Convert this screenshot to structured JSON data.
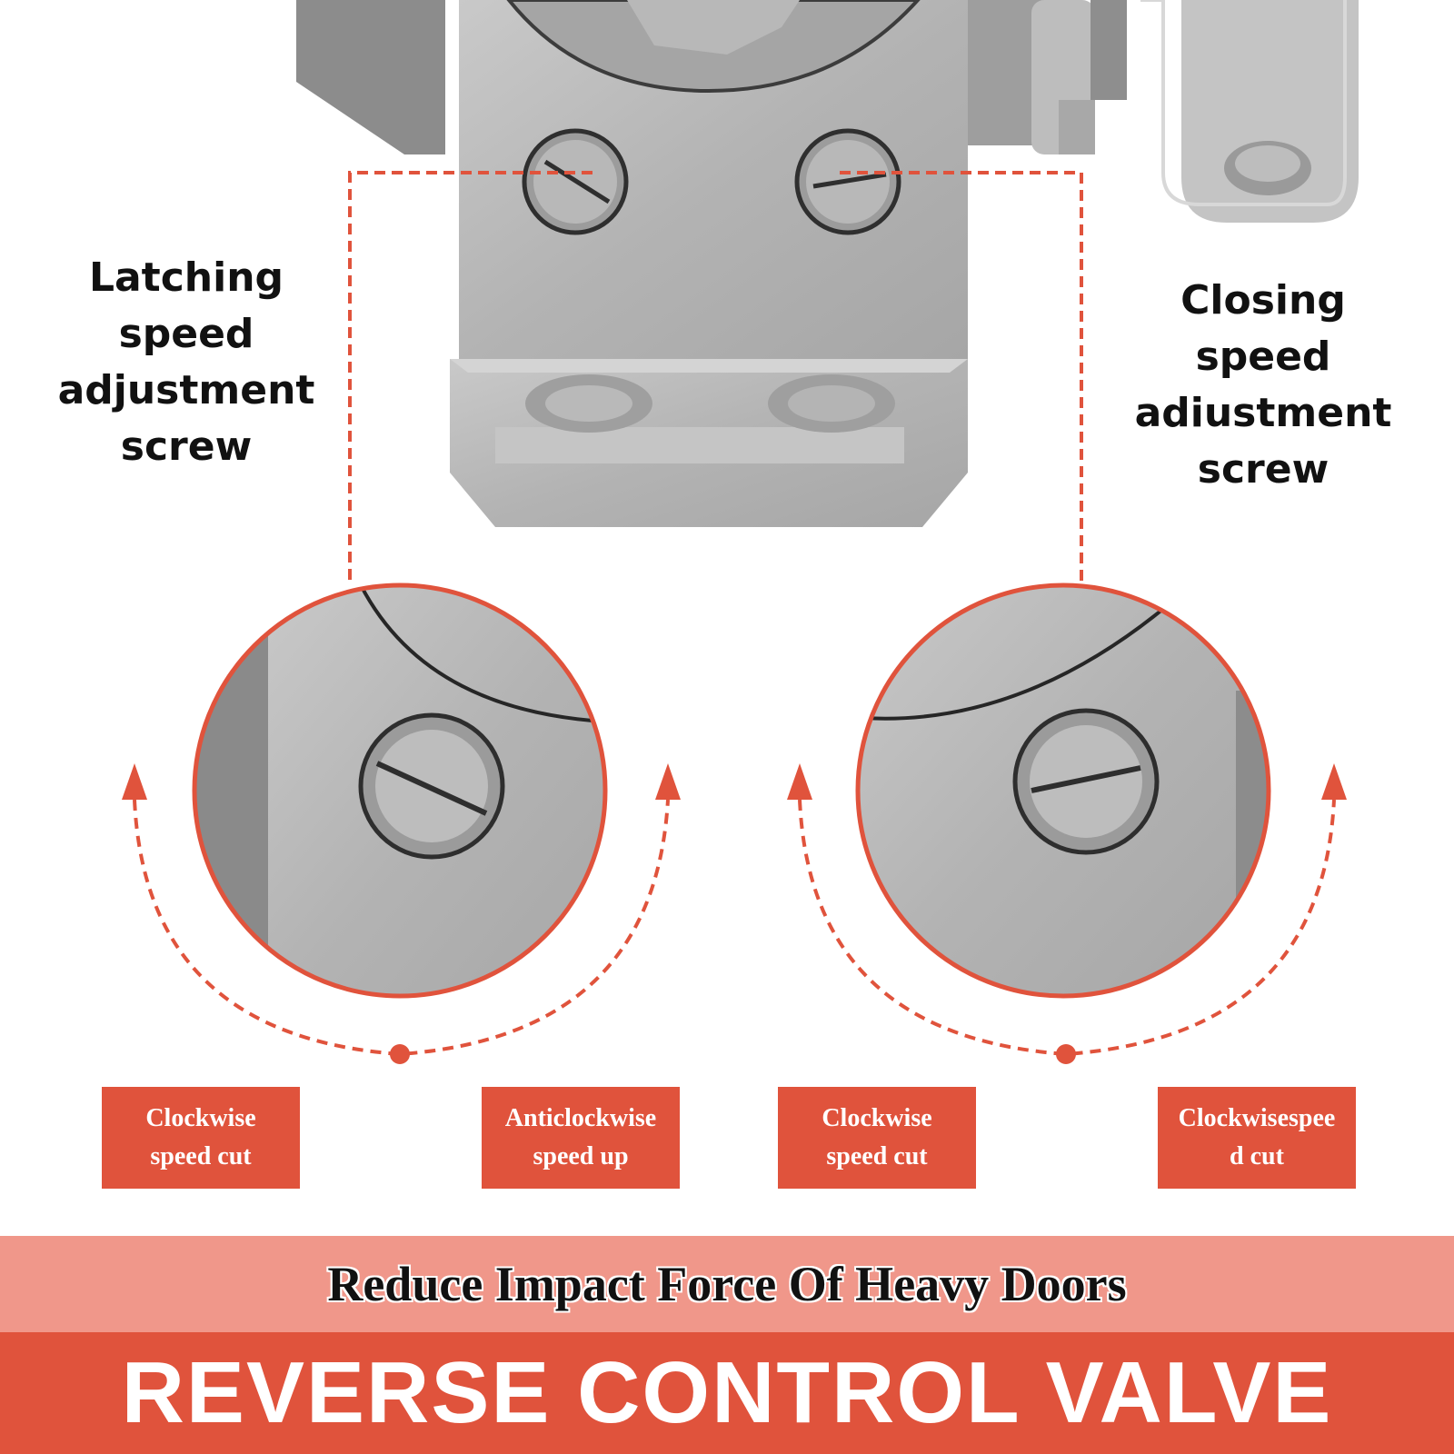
{
  "callouts": {
    "left": [
      "Latching",
      "speed",
      "adjustment",
      "screw"
    ],
    "right": [
      "Closing",
      "speed",
      "adiustment",
      "screw"
    ]
  },
  "tags": [
    {
      "lines": [
        "Clockwise",
        "speed cut"
      ]
    },
    {
      "lines": [
        "Anticlockwise",
        "speed up"
      ]
    },
    {
      "lines": [
        "Clockwise",
        "speed cut"
      ]
    },
    {
      "lines": [
        "Clockwisespee",
        "d cut"
      ]
    }
  ],
  "banner": {
    "subtitle": "Reduce Impact Force Of Heavy Doors",
    "title": "REVERSE CONTROL VALVE"
  },
  "colors": {
    "accent": "#e0533c",
    "accent_light": "#f0978a",
    "metal": "#b4b4b4"
  }
}
